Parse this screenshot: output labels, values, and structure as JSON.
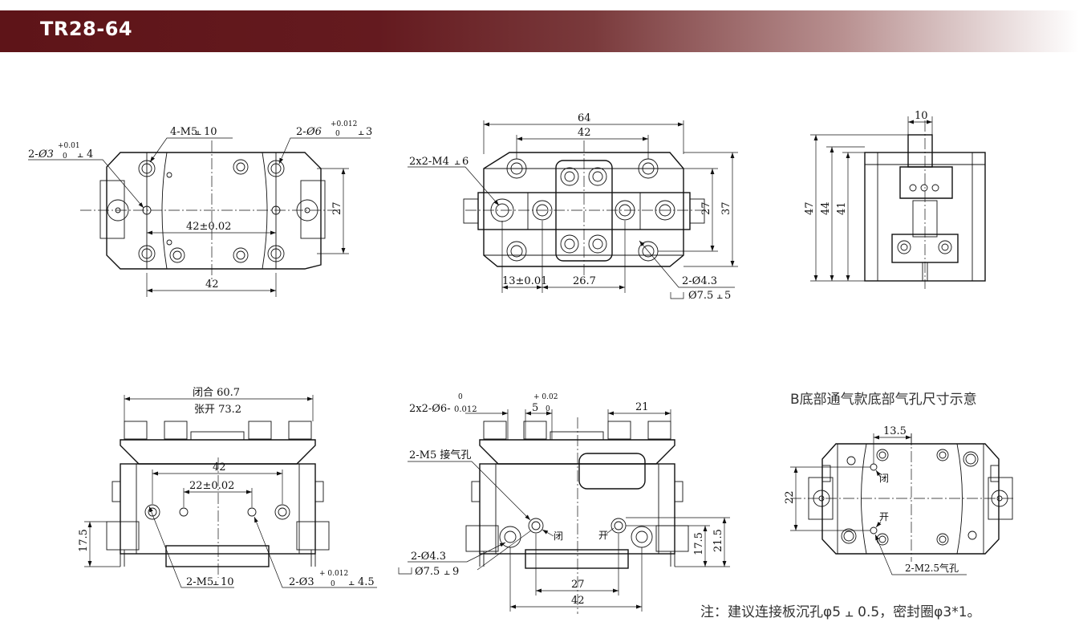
{
  "header": {
    "title": "TR28-64"
  },
  "views": {
    "top": {
      "callout_holes_left": "2-",
      "callout_holes_left_dia": "Ø3",
      "callout_holes_left_tol_upper": "+0.01",
      "callout_holes_left_tol_lower": "0",
      "callout_holes_left_depth": "4",
      "callout_threads": "4-M5",
      "callout_threads_depth": "10",
      "callout_holes_right": "2-",
      "callout_holes_right_dia": "Ø6",
      "callout_holes_right_tol_upper": "+0.012",
      "callout_holes_right_tol_lower": "0",
      "callout_holes_right_depth": "3",
      "dim_inner": "42±0.02",
      "dim_height": "27",
      "dim_bottom": "42"
    },
    "front": {
      "dim_total": "64",
      "dim_inner": "42",
      "callout_thread": "2x2-M4",
      "callout_thread_depth": "6",
      "dim_27": "27",
      "dim_37": "37",
      "dim_13": "13±0.01",
      "dim_267": "26.7",
      "callout_hole": "2-Ø4.3",
      "callout_cbore": "Ø7.5",
      "callout_cbore_depth": "5"
    },
    "side": {
      "dim_width": "10",
      "dim_47": "47",
      "dim_44": "44",
      "dim_41": "41"
    },
    "bottom_left": {
      "dim_closed": "闭合 60.7",
      "dim_open": "张开 73.2",
      "dim_42": "42",
      "dim_22": "22±0.02",
      "dim_175": "17.5",
      "callout_thread": "2-M5",
      "callout_thread_depth": "10",
      "callout_holes": "2-Ø3",
      "callout_holes_tol_upper": "+ 0.012",
      "callout_holes_tol_lower": "0",
      "callout_holes_depth": "4.5"
    },
    "bottom_mid": {
      "callout_pin": "2x2-Ø6-",
      "callout_pin_tol_upper": "0",
      "callout_pin_tol_lower": "0.012",
      "dim_5": "5",
      "dim_5_tol_upper": "+ 0.02",
      "dim_5_tol_lower": "0",
      "dim_21": "21",
      "callout_air": "2-M5 接气孔",
      "label_close": "闭",
      "label_open": "开",
      "callout_hole": "2-Ø4.3",
      "callout_cbore": "Ø7.5",
      "callout_cbore_depth": "9",
      "dim_175": "17.5",
      "dim_215": "21.5",
      "dim_27": "27",
      "dim_42": "42"
    },
    "bottom_right": {
      "title": "B底部通气款底部气孔尺寸示意",
      "dim_135": "13.5",
      "dim_22": "22",
      "label_close": "闭",
      "label_open": "开",
      "callout_air": "2-M2.5气孔"
    }
  },
  "footnote": "注：建议连接板沉孔φ5 ⫠ 0.5，密封圈φ3*1。"
}
